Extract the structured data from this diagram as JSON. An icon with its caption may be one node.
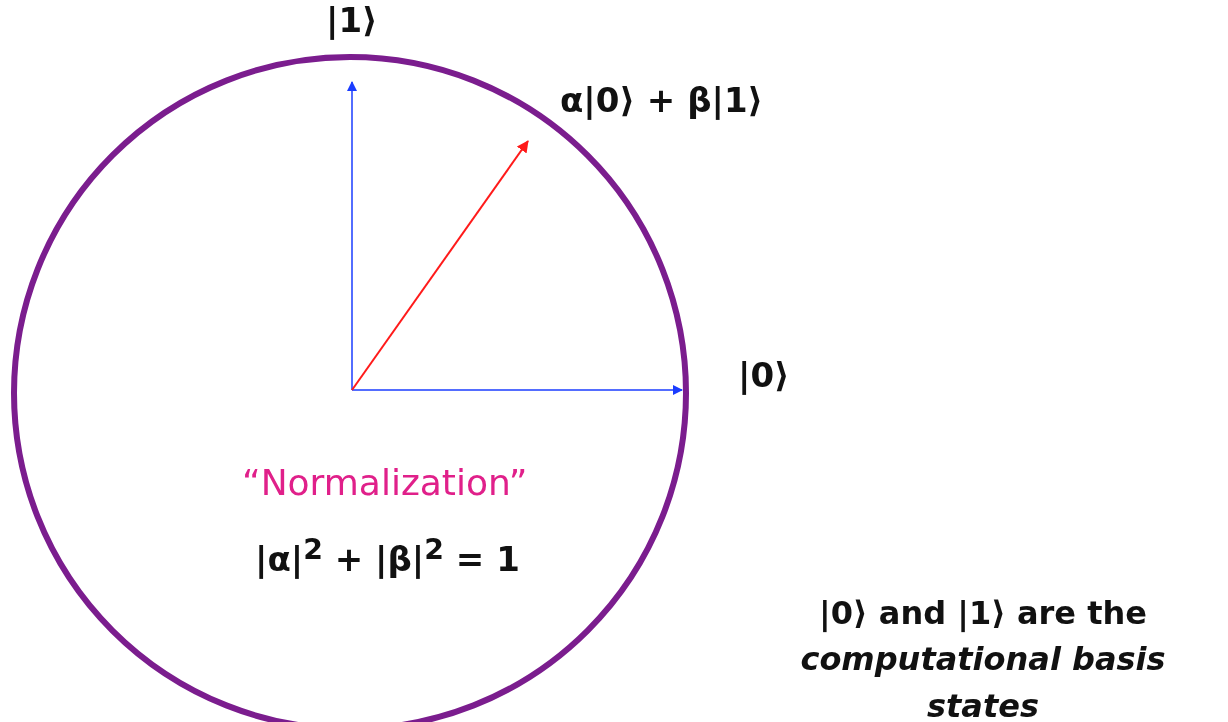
{
  "diagram": {
    "labels": [
      "|1⟩",
      "α|0⟩ + β|1⟩",
      "|0⟩",
      "“Normalization”",
      "|α|$^{2}$ + |β|$^{2}$ = 1",
      "|0⟩ and |1⟩ are the *computational basis states*"
    ]
  }
}
